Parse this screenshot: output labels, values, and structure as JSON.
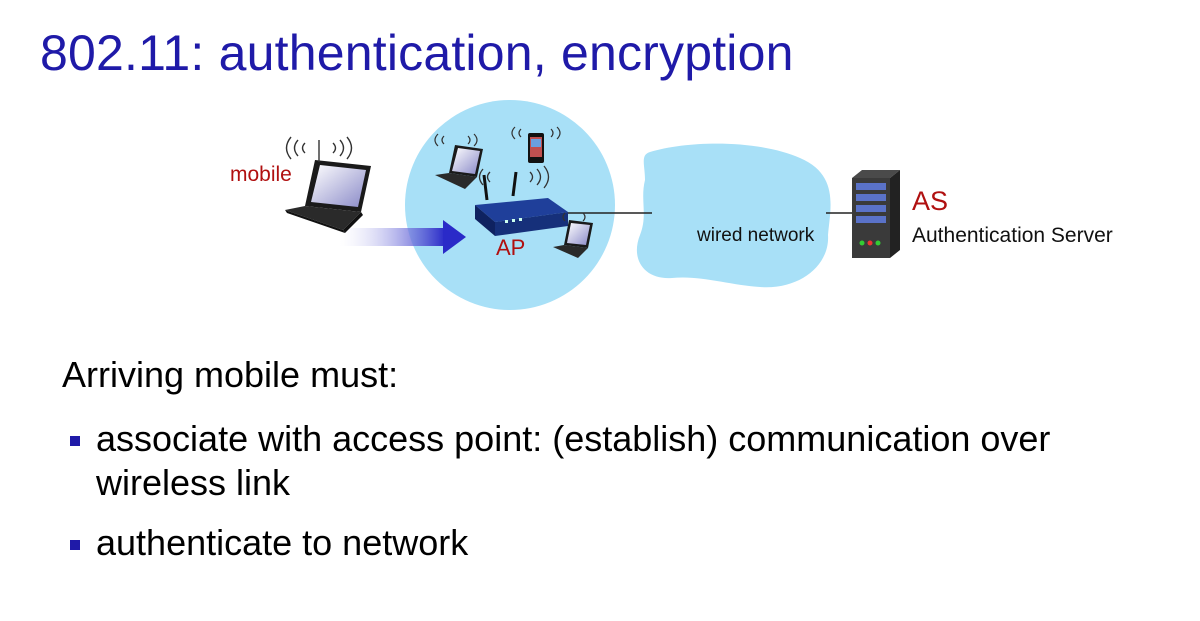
{
  "slide": {
    "title": "802.11: authentication, encryption"
  },
  "diagram": {
    "mobile_label": "mobile",
    "ap_label": "AP",
    "wired_label": "wired network",
    "as_label": "AS",
    "as_full_label": "Authentication Server",
    "colors": {
      "cloud": "#a8e0f7",
      "arrow": "#2a2ac8",
      "label_red": "#b01010"
    },
    "icons": [
      "laptop-icon",
      "wifi-signal-icon",
      "router-icon",
      "phone-icon",
      "server-icon",
      "arrow-icon"
    ]
  },
  "content": {
    "lead": "Arriving mobile must:",
    "bullets": [
      "associate with access point: (establish) communication over wireless link",
      "authenticate to network"
    ]
  }
}
